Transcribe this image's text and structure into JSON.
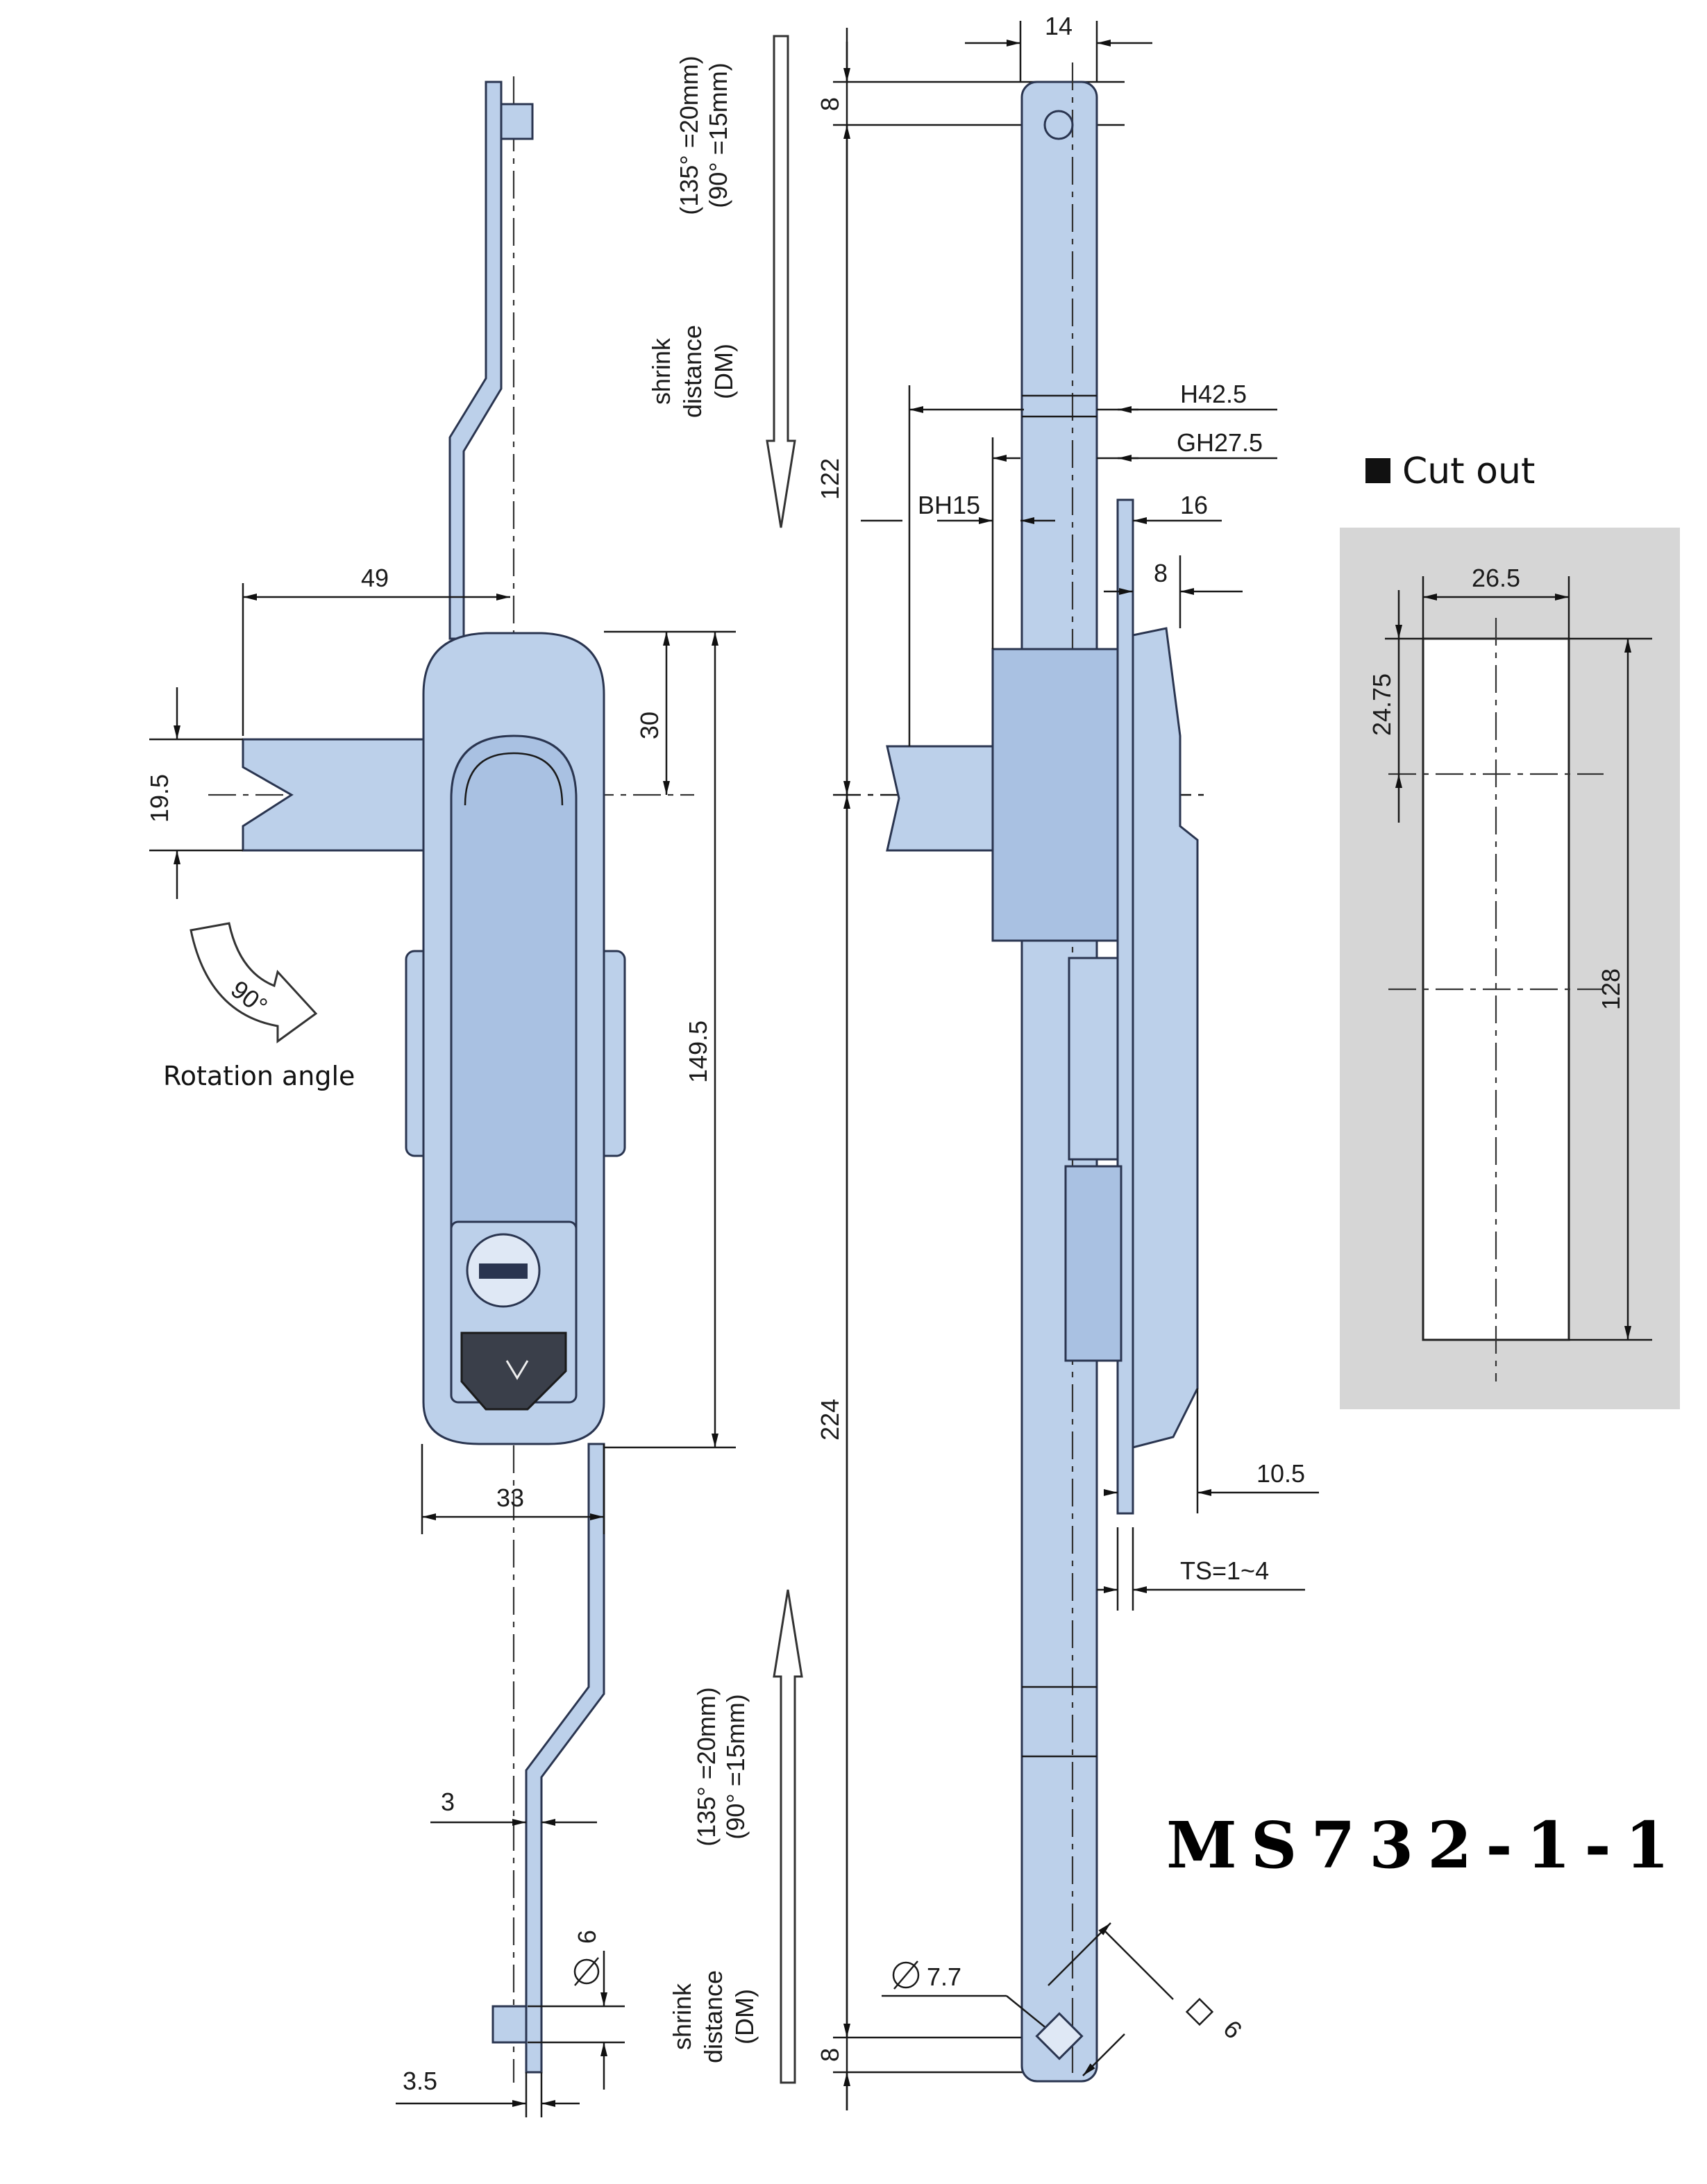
{
  "front_view": {
    "dims": {
      "width_49": "49",
      "height_19_5": "19.5",
      "offset_30": "30",
      "length_149_5": "149.5",
      "width_33": "33",
      "rod_3": "3",
      "dia_6": "6",
      "rod_3_5": "3.5"
    },
    "rotation_label": "Rotation angle",
    "rotation_degrees": "90°"
  },
  "side_view": {
    "dims": {
      "width_14": "14",
      "top_8": "8",
      "len_122": "122",
      "len_224": "224",
      "bottom_8": "8",
      "H": "H42.5",
      "GH": "GH27.5",
      "BH": "BH15",
      "d16": "16",
      "d8": "8",
      "d10_5": "10.5",
      "TS": "TS=1~4",
      "dia_7_7": "7.7",
      "sq_6": "6"
    },
    "shrink_top": {
      "line1": "(135° =20mm)",
      "line2": "(90° =15mm)",
      "line3": "shrink",
      "line4": "distance",
      "line5": "(DM)"
    },
    "shrink_bottom": {
      "line1": "(135° =20mm)",
      "line2": "(90° =15mm)",
      "line3": "shrink",
      "line4": "distance",
      "line5": "(DM)"
    }
  },
  "cutout": {
    "title": "Cut out",
    "width": "26.5",
    "offset": "24.75",
    "height": "128"
  },
  "model": "MS732-1-1",
  "colors": {
    "part_fill": "#bcd0ea",
    "cutout_bg": "#d6d6d6"
  }
}
